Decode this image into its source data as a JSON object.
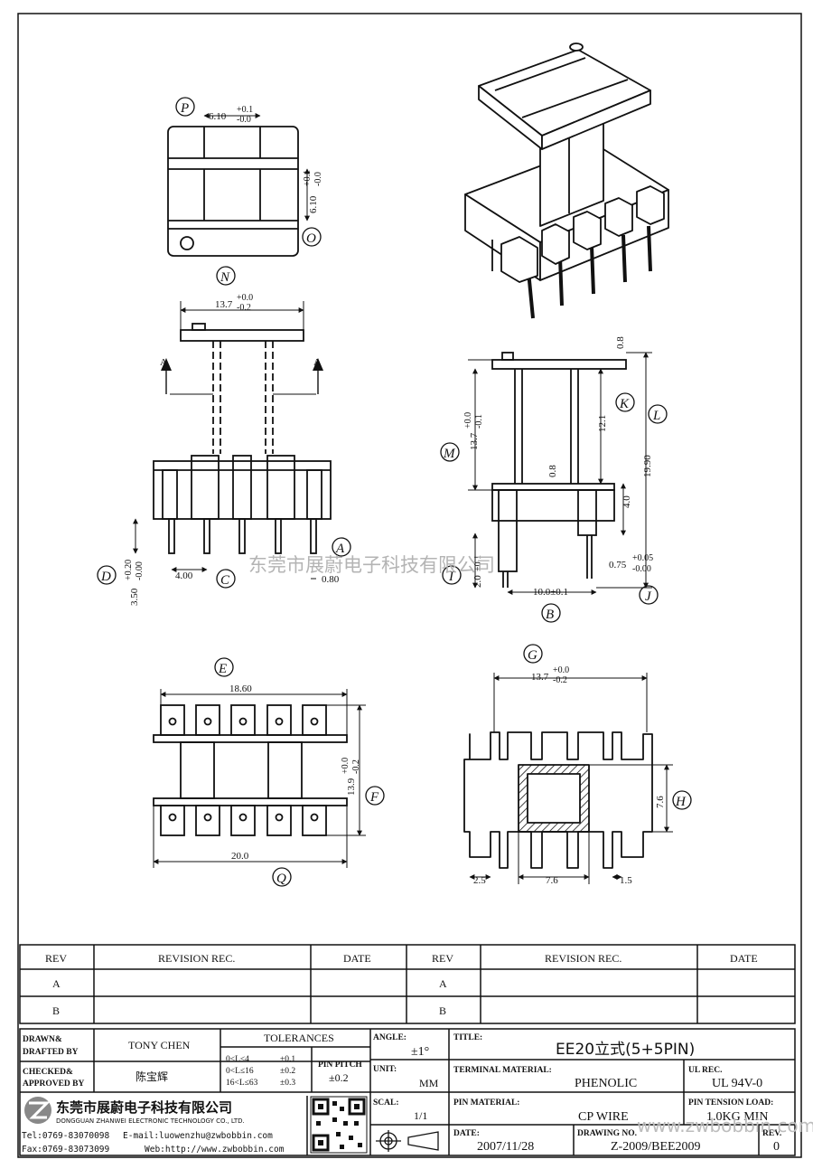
{
  "labels": {
    "P": "P",
    "O": "O",
    "N": "N",
    "A": "A",
    "C": "C",
    "D": "D",
    "M": "M",
    "K": "K",
    "L": "L",
    "I": "I",
    "J": "J",
    "B": "B",
    "E": "E",
    "F": "F",
    "Q": "Q",
    "G": "G",
    "H": "H",
    "section_arrow": "A"
  },
  "dims": {
    "top_w": "6.10",
    "top_tol_plus": "+0.1",
    "top_tol_minus": "-0.0",
    "top_h": "6.10",
    "top_h_tol_plus": "+0.1",
    "top_h_tol_minus": "-0.0",
    "front_w": "13.7",
    "front_tol_plus": "+0.0",
    "front_tol_minus": "-0.2",
    "pin_spacing": "4.00",
    "pin_w": "0.80",
    "pin_len": "3.50",
    "pin_len_tol_plus": "+0.20",
    "pin_len_tol_minus": "-0.00",
    "side_h": "13.7",
    "side_h_tol_plus": "+0.0",
    "side_h_tol_minus": "-0.1",
    "side_top": "0.8",
    "side_inner": "12.1",
    "side_total": "19.90",
    "side_mid": "0.8",
    "side_lower": "4.0",
    "side_pin_len": "2.0",
    "side_pin_tol_plus": "+0.1",
    "side_pin_w": "0.75",
    "side_pin_w_tol_plus": "+0.05",
    "side_pin_w_tol_minus": "-0.00",
    "side_base": "10.0±0.1",
    "bot_w": "18.60",
    "bot_total": "20.0",
    "bot_h": "13.9",
    "bot_h_tol_plus": "+0.0",
    "bot_h_tol_minus": "-0.2",
    "end_w": "13.7",
    "end_tol_plus": "+0.0",
    "end_tol_minus": "-0.2",
    "end_h": "7.6",
    "end_left": "2.5",
    "end_mid": "7.6",
    "end_right": "1.5"
  },
  "watermark": "东莞市展蔚电子科技有限公司",
  "revision": {
    "headers": [
      "REV",
      "REVISION REC.",
      "DATE",
      "REV",
      "REVISION REC.",
      "DATE"
    ],
    "rows": [
      [
        "A",
        "",
        "",
        "A",
        "",
        ""
      ],
      [
        "B",
        "",
        "",
        "B",
        "",
        ""
      ]
    ]
  },
  "titleblock": {
    "drawn_label": [
      "DRAWN&",
      "DRAFTED BY"
    ],
    "drawn_value": "TONY CHEN",
    "checked_label": [
      "CHECKED&",
      "APPROVED BY"
    ],
    "checked_value": "陈宝辉",
    "tolerances_label": "TOLERANCES",
    "tol_ranges": [
      "0<L≤4",
      "0<L≤16",
      "16<L≤63"
    ],
    "tol_values": [
      "±0.1",
      "±0.2",
      "±0.3"
    ],
    "pin_pitch_label": "PIN PITCH",
    "pin_pitch_value": "±0.2",
    "angle_label": "ANGLE:",
    "angle_value": "±1°",
    "unit_label": "UNIT:",
    "unit_value": "MM",
    "scale_label": "SCAL:",
    "scale_value": "1/1",
    "title_label": "TITLE:",
    "title_value": "EE20立式(5+5PIN)",
    "terminal_label": "TERMINAL MATERIAL:",
    "terminal_value": "PHENOLIC",
    "ul_label": "UL REC.",
    "ul_value": "UL 94V-0",
    "pin_material_label": "PIN MATERIAL:",
    "pin_material_value": "CP WIRE",
    "tension_label": "PIN TENSION LOAD:",
    "tension_value": "1.0KG MIN",
    "date_label": "DATE:",
    "date_value": "2007/11/28",
    "drawing_label": "DRAWING NO.",
    "drawing_value": "Z-2009/BEE2009",
    "rev_label": "REV.",
    "rev_value": "0",
    "company_cn": "东莞市展蔚电子科技有限公司",
    "company_en": "DONGGUAN ZHANWEI ELECTRONIC TECHNOLOGY CO., LTD.",
    "tel": "Tel:0769-83070098",
    "email": "E-mail:luowenzhu@zwbobbin.com",
    "fax": "Fax:0769-83073099",
    "web": "Web:http://www.zwbobbin.com",
    "watermark_url": "www.zwbobbin.com"
  }
}
